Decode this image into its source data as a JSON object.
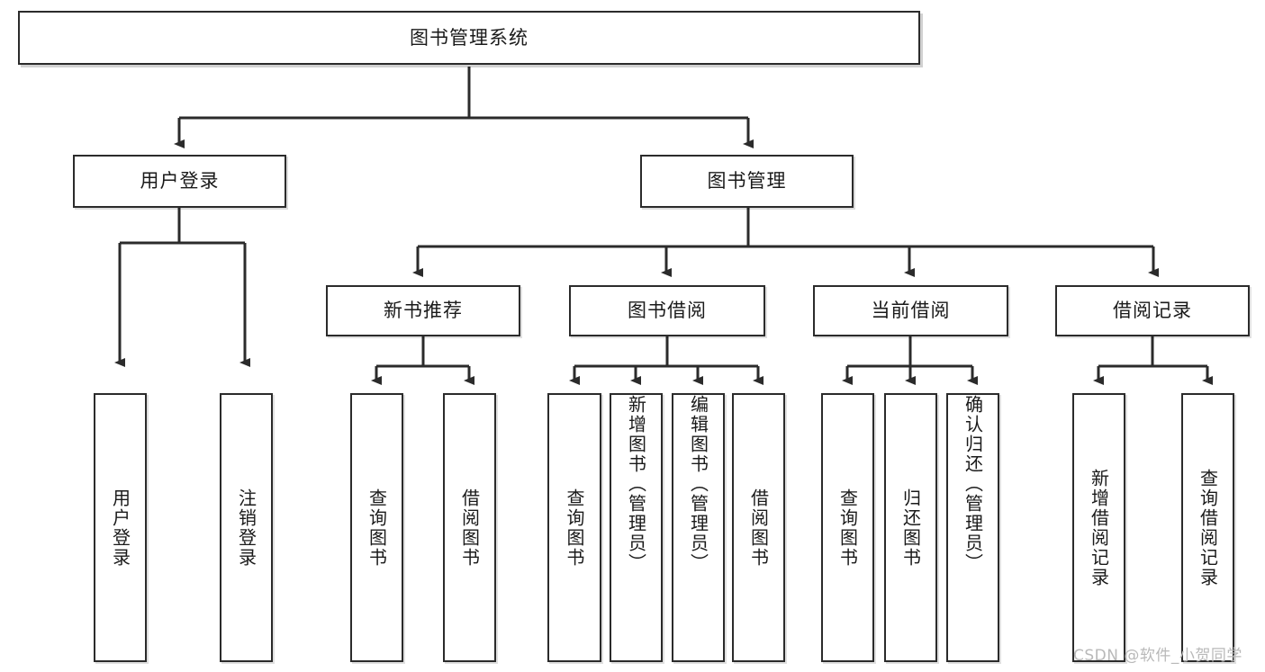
{
  "diagram": {
    "type": "tree",
    "title": "图书管理系统",
    "watermark": "CSDN @软件_小贺同学",
    "colors": {
      "box_border": "#2b2b2b",
      "box_fill": "#ffffff",
      "connector": "#2b2b2b",
      "text": "#1a1a1a",
      "watermark": "#b9b9b9"
    },
    "levels": {
      "root": {
        "label": "图书管理系统"
      },
      "level2": [
        {
          "id": "user-login",
          "label": "用户登录"
        },
        {
          "id": "book-management",
          "label": "图书管理"
        }
      ],
      "level3": [
        {
          "id": "new-book-recommend",
          "label": "新书推荐",
          "parent": "book-management"
        },
        {
          "id": "book-borrow",
          "label": "图书借阅",
          "parent": "book-management"
        },
        {
          "id": "current-borrow",
          "label": "当前借阅",
          "parent": "book-management"
        },
        {
          "id": "borrow-record",
          "label": "借阅记录",
          "parent": "book-management"
        }
      ],
      "leaves": [
        {
          "id": "leaf-user-login",
          "label": "用户登录",
          "parent": "user-login"
        },
        {
          "id": "leaf-logout",
          "label": "注销登录",
          "parent": "user-login"
        },
        {
          "id": "leaf-query-book-1",
          "label": "查询图书",
          "parent": "new-book-recommend"
        },
        {
          "id": "leaf-borrow-book-1",
          "label": "借阅图书",
          "parent": "new-book-recommend"
        },
        {
          "id": "leaf-query-book-2",
          "label": "查询图书",
          "parent": "book-borrow"
        },
        {
          "id": "leaf-add-book",
          "label": "新增图书（管理员）",
          "parent": "book-borrow"
        },
        {
          "id": "leaf-edit-book",
          "label": "编辑图书（管理员）",
          "parent": "book-borrow"
        },
        {
          "id": "leaf-borrow-book-2",
          "label": "借阅图书",
          "parent": "book-borrow"
        },
        {
          "id": "leaf-query-book-3",
          "label": "查询图书",
          "parent": "current-borrow"
        },
        {
          "id": "leaf-return-book",
          "label": "归还图书",
          "parent": "current-borrow"
        },
        {
          "id": "leaf-confirm-return",
          "label": "确认归还（管理员）",
          "parent": "current-borrow"
        },
        {
          "id": "leaf-add-record",
          "label": "新增借阅记录",
          "parent": "borrow-record"
        },
        {
          "id": "leaf-query-record",
          "label": "查询借阅记录",
          "parent": "borrow-record"
        }
      ]
    }
  }
}
